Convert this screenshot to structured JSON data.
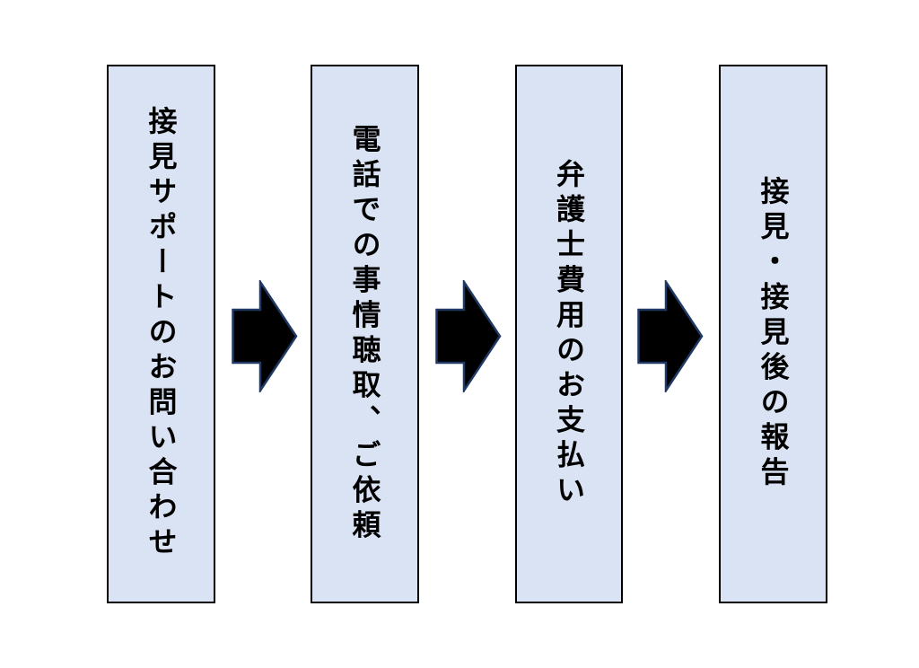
{
  "diagram": {
    "type": "process-flow",
    "direction": "left-to-right",
    "steps": [
      {
        "label": "接見サポートのお問い合わせ"
      },
      {
        "label": "電話での事情聴取、ご依頼"
      },
      {
        "label": "弁護士費用のお支払い"
      },
      {
        "label": "接見・接見後の報告"
      }
    ],
    "connector": "right-block-arrow"
  },
  "colors": {
    "canvas_bg": "#ffffff",
    "box_fill": "#dae3f3",
    "box_border": "#000000",
    "text_color": "#000000",
    "arrow_fill": "#000000",
    "arrow_border": "#1f3864"
  }
}
